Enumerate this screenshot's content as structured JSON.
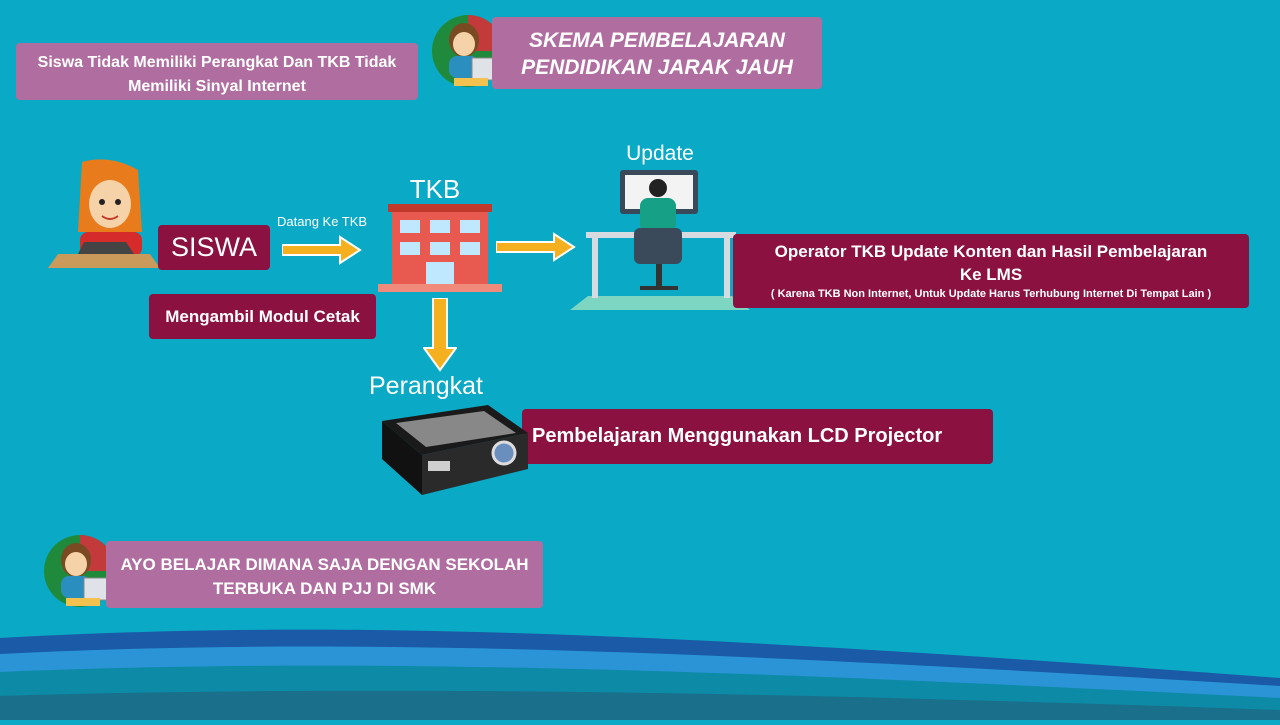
{
  "title": {
    "line1": "SKEMA PEMBELAJARAN",
    "line2": "PENDIDIKAN JARAK JAUH"
  },
  "condition": {
    "line1": "Siswa Tidak Memiliki Perangkat Dan TKB Tidak",
    "line2": "Memiliki Sinyal Internet"
  },
  "siswa": {
    "label": "SISWA"
  },
  "arrow_label": "Datang Ke TKB",
  "tkb": {
    "label": "TKB"
  },
  "modul": {
    "label": "Mengambil Modul Cetak"
  },
  "update": {
    "label": "Update"
  },
  "operator": {
    "line1": "Operator TKB Update Konten dan Hasil Pembelajaran",
    "line2": "Ke LMS",
    "note": "( Karena TKB Non Internet, Untuk Update  Harus Terhubung Internet Di Tempat Lain )"
  },
  "perangkat": {
    "label": "Perangkat"
  },
  "projector": {
    "label": "Pembelajaran Menggunakan LCD Projector"
  },
  "footer": {
    "line1": "AYO BELAJAR DIMANA SAJA DENGAN SEKOLAH",
    "line2": "TERBUKA DAN PJJ DI SMK"
  },
  "colors": {
    "background": "#0aa9c6",
    "pink_box": "#b06ea0",
    "maroon_box": "#8b1141",
    "arrow": "#f5b020"
  }
}
